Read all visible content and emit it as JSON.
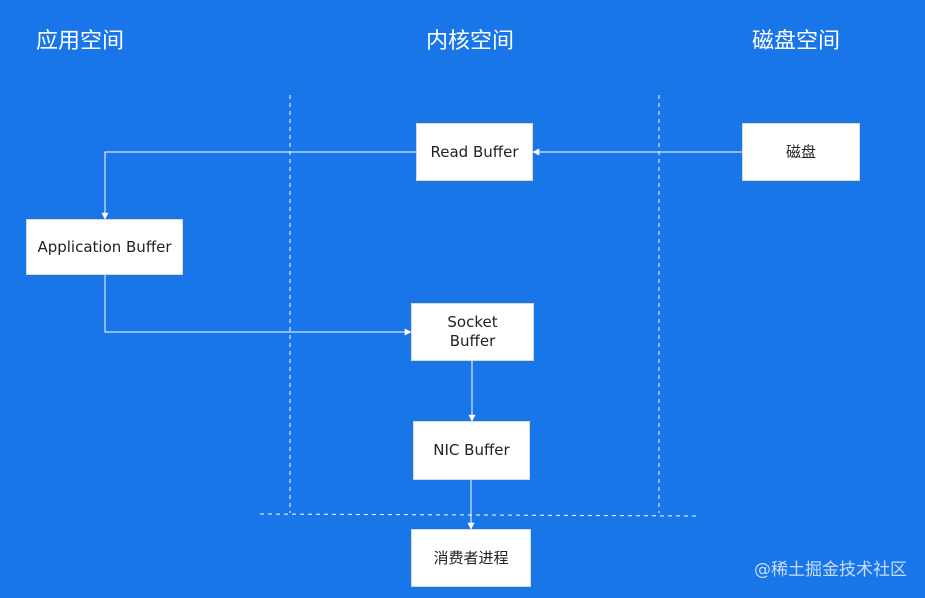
{
  "sections": {
    "app": "应用空间",
    "kernel": "内核空间",
    "disk": "磁盘空间"
  },
  "nodes": {
    "read_buffer": "Read Buffer",
    "disk": "磁盘",
    "application_buffer": "Application Buffer",
    "socket_buffer": "Socket Buffer",
    "nic_buffer": "NIC Buffer",
    "consumer_process": "消费者进程"
  },
  "watermark": "@稀土掘金技术社区",
  "colors": {
    "background": "#1976E8",
    "line": "#ffffff",
    "box": "#ffffff"
  }
}
